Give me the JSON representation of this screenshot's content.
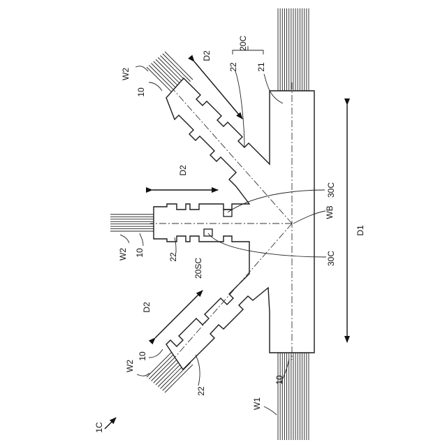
{
  "figure_id": "1C",
  "labels": {
    "d1": "D1",
    "d2_upper": "D2",
    "d2_mid": "D2",
    "d2_lower": "D2",
    "group_20c": "20C",
    "n22_top": "22",
    "n21": "21",
    "w2_top": "W2",
    "n10_top": "10",
    "n30c_upper": "30C",
    "wb": "WB",
    "n30c_lower": "30C",
    "w2_mid": "W2",
    "n10_mid": "10",
    "n22_mid": "22",
    "n20sc": "20SC",
    "w2_bottom": "W2",
    "n10_bottom": "10",
    "n22_bottom": "22",
    "n10_right": "10",
    "w1": "W1"
  }
}
